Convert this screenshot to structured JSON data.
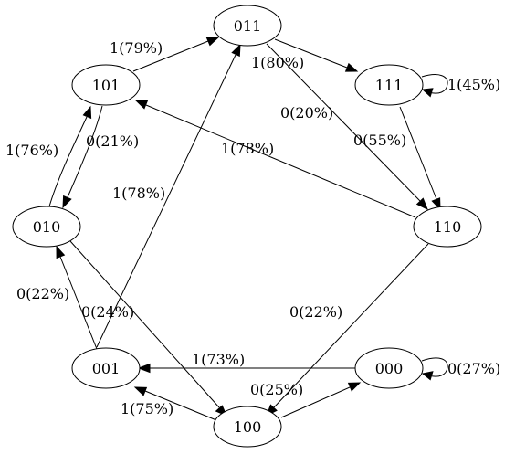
{
  "diagram": {
    "nodes": [
      {
        "id": "n011",
        "label": "011"
      },
      {
        "id": "n101",
        "label": "101"
      },
      {
        "id": "n111",
        "label": "111"
      },
      {
        "id": "n010",
        "label": "010"
      },
      {
        "id": "n110",
        "label": "110"
      },
      {
        "id": "n001",
        "label": "001"
      },
      {
        "id": "n000",
        "label": "000"
      },
      {
        "id": "n100",
        "label": "100"
      }
    ],
    "edges": [
      {
        "id": "e101_011",
        "from": "101",
        "to": "011",
        "label": "1(79%)"
      },
      {
        "id": "e011_111",
        "from": "011",
        "to": "111",
        "label": "1(80%)"
      },
      {
        "id": "e111_111",
        "from": "111",
        "to": "111",
        "label": "1(45%)"
      },
      {
        "id": "e011_110",
        "from": "011",
        "to": "110",
        "label": "0(20%)"
      },
      {
        "id": "e111_110",
        "from": "111",
        "to": "110",
        "label": "0(55%)"
      },
      {
        "id": "e110_101",
        "from": "110",
        "to": "101",
        "label": "1(78%)"
      },
      {
        "id": "e010_101",
        "from": "010",
        "to": "101",
        "label": "1(76%)"
      },
      {
        "id": "e101_010",
        "from": "101",
        "to": "010",
        "label": "0(21%)"
      },
      {
        "id": "e001_011",
        "from": "001",
        "to": "011",
        "label": "1(78%)"
      },
      {
        "id": "e001_010",
        "from": "001",
        "to": "010",
        "label": "0(22%)"
      },
      {
        "id": "e010_100",
        "from": "010",
        "to": "100",
        "label": "0(24%)"
      },
      {
        "id": "e110_100",
        "from": "110",
        "to": "100",
        "label": "0(22%)"
      },
      {
        "id": "e000_001",
        "from": "000",
        "to": "001",
        "label": "1(73%)"
      },
      {
        "id": "e000_000",
        "from": "000",
        "to": "000",
        "label": "0(27%)"
      },
      {
        "id": "e100_000",
        "from": "100",
        "to": "000",
        "label": "0(25%)"
      },
      {
        "id": "e100_001",
        "from": "100",
        "to": "001",
        "label": "1(75%)"
      }
    ]
  }
}
